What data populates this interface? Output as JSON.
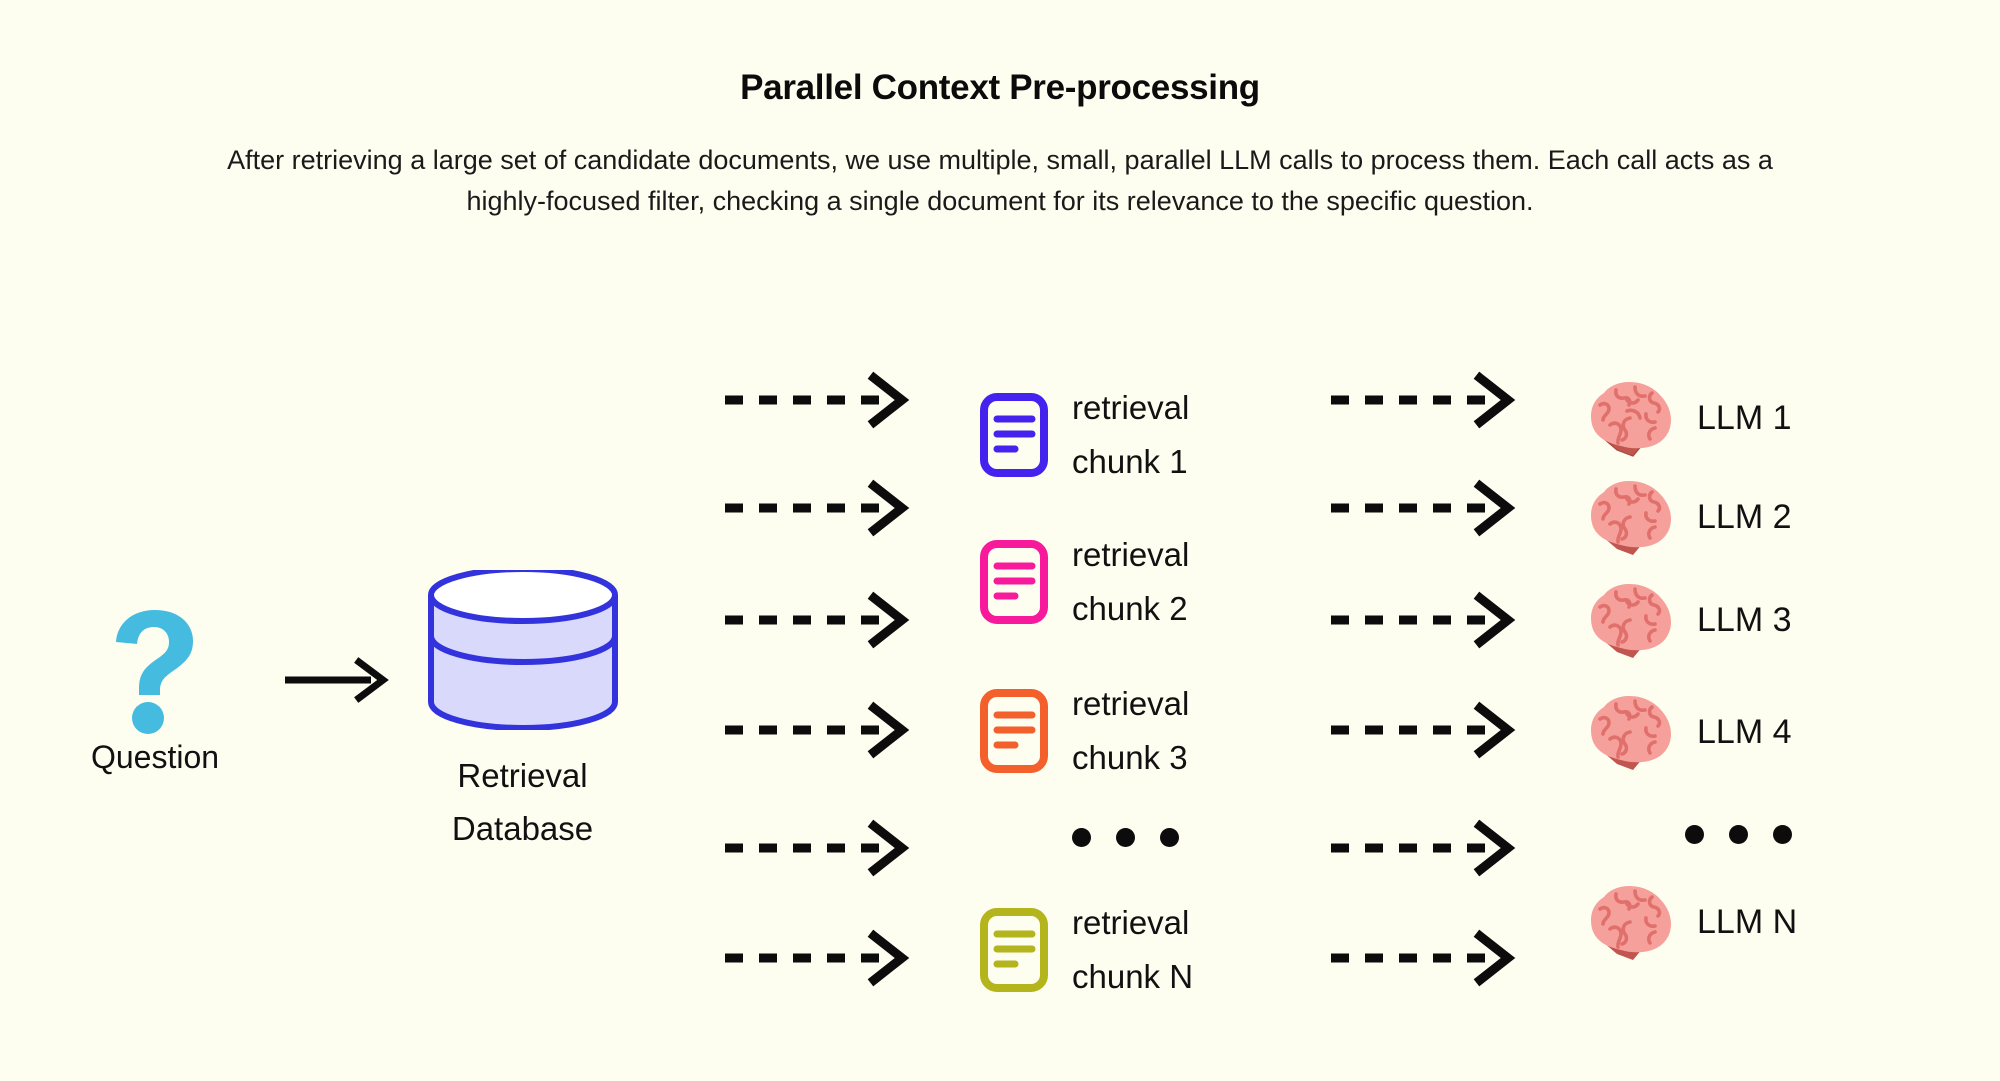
{
  "header": {
    "title": "Parallel Context Pre-processing",
    "subtitle": "After retrieving a large set of candidate documents, we use multiple, small, parallel LLM calls to process them. Each call acts as a highly-focused filter, checking a single document for its relevance to the specific question."
  },
  "question": {
    "icon": "question-mark-icon",
    "label": "Question",
    "color": "#45bbe0"
  },
  "database": {
    "icon": "database-cylinder-icon",
    "label": "Retrieval\nDatabase",
    "stroke": "#3333dd",
    "fill": "#d9d9fb"
  },
  "flow": {
    "main_arrow": "solid-arrow-right",
    "dashed_arrow": "dashed-arrow-right",
    "ellipsis": "•••"
  },
  "chunks": [
    {
      "label": "retrieval\nchunk 1",
      "color": "#4423ef",
      "icon": "document-icon"
    },
    {
      "label": "retrieval\nchunk 2",
      "color": "#f71a9b",
      "icon": "document-icon"
    },
    {
      "label": "retrieval\nchunk 3",
      "color": "#f4602c",
      "icon": "document-icon"
    },
    {
      "label": "retrieval\nchunk N",
      "color": "#b4b41c",
      "icon": "document-icon"
    }
  ],
  "llms": [
    {
      "label": "LLM 1",
      "icon": "brain-icon"
    },
    {
      "label": "LLM 2",
      "icon": "brain-icon"
    },
    {
      "label": "LLM 3",
      "icon": "brain-icon"
    },
    {
      "label": "LLM 4",
      "icon": "brain-icon"
    },
    {
      "label": "LLM N",
      "icon": "brain-icon"
    }
  ],
  "colors": {
    "background": "#fdfdf0",
    "text": "#111111",
    "arrow": "#0c0c0c"
  }
}
